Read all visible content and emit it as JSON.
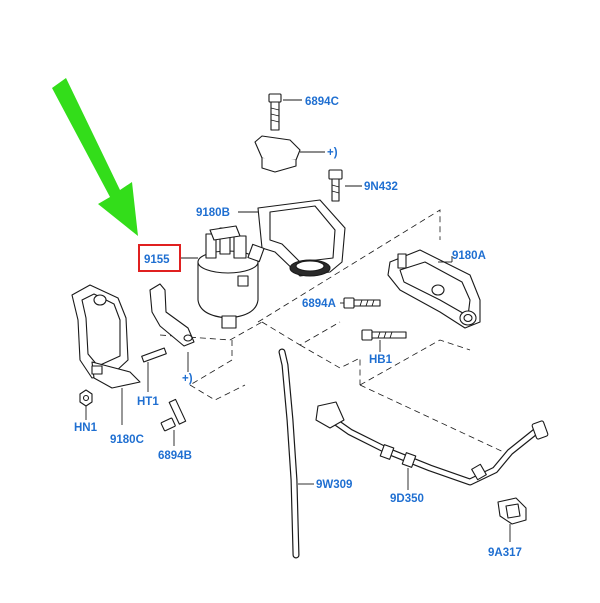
{
  "diagram": {
    "highlight_color": "#e02020",
    "arrow_color": "#33dd1a",
    "label_color": "#1f6fd1",
    "labels": {
      "p6894C": "6894C",
      "p9N432": "9N432",
      "p9180B": "9180B",
      "p9155": "9155",
      "p9180A": "9180A",
      "p6894A": "6894A",
      "pHB1": "HB1",
      "pHT1": "HT1",
      "pHN1": "HN1",
      "p9180C": "9180C",
      "p6894B": "6894B",
      "p9W309": "9W309",
      "p9D350": "9D350",
      "p9A317": "9A317",
      "ref_top": "+)",
      "ref_left": "+)"
    },
    "highlighted_part": "9155"
  }
}
